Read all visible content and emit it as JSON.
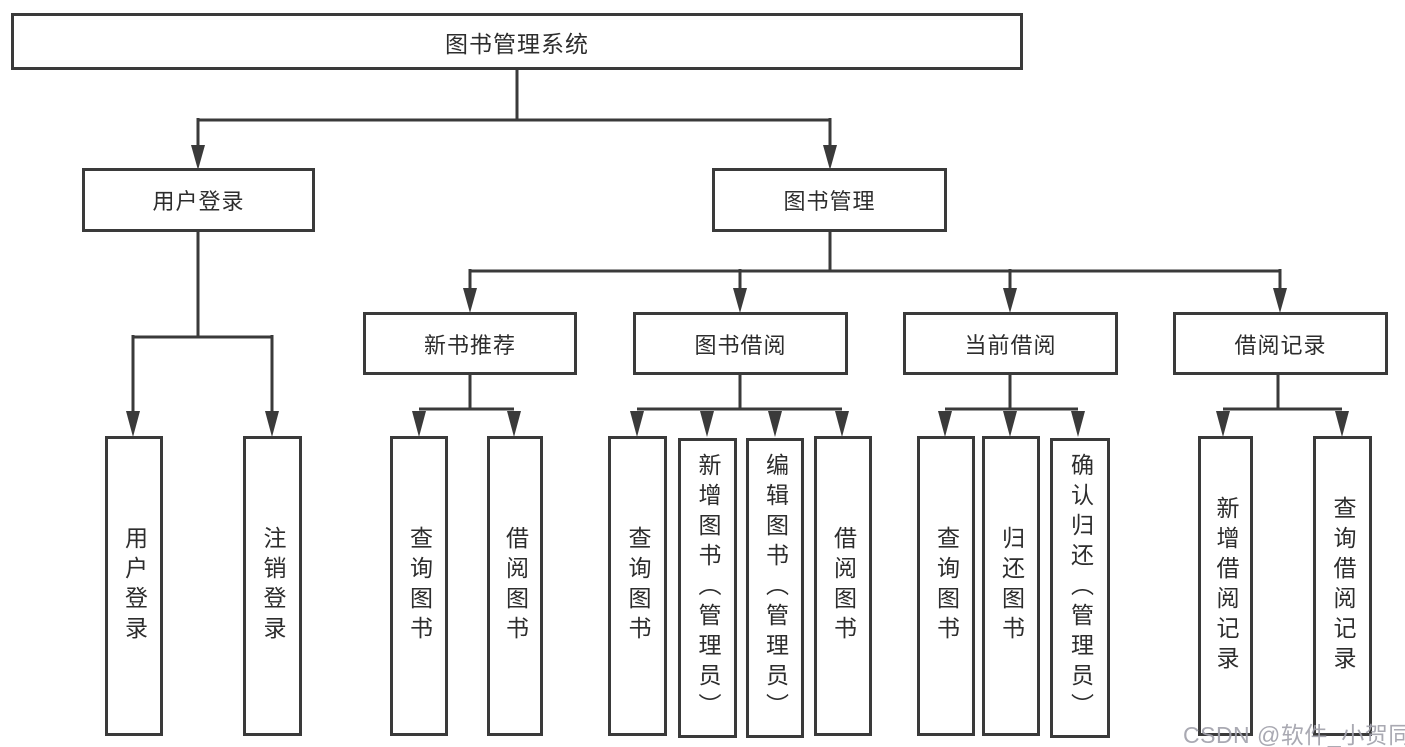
{
  "diagram": {
    "title": "图书管理系统",
    "type": "hierarchy-tree",
    "colors": {
      "line": "#3a3a3a",
      "border": "#3a3a3a",
      "text": "#2d2d2d",
      "background": "#ffffff",
      "watermark": "#a2a2ac"
    },
    "nodes": {
      "root": "图书管理系统",
      "user_login": "用户登录",
      "book_management": "图书管理",
      "new_book_recommend": "新书推荐",
      "book_borrow": "图书借阅",
      "current_borrow": "当前借阅",
      "borrow_records": "借阅记录",
      "leaf_user_login": "用户登录",
      "leaf_logout": "注销登录",
      "leaf_query_books_1": "查询图书",
      "leaf_borrow_books_1": "借阅图书",
      "leaf_query_books_2": "查询图书",
      "leaf_add_book_admin": "新增图书（管理员）",
      "leaf_edit_book_admin": "编辑图书（管理员）",
      "leaf_borrow_books_2": "借阅图书",
      "leaf_query_books_3": "查询图书",
      "leaf_return_books": "归还图书",
      "leaf_confirm_return_admin": "确认归还（管理员）",
      "leaf_add_borrow_record": "新增借阅记录",
      "leaf_query_borrow_record": "查询借阅记录"
    },
    "edges": [
      "图书管理系统 → 用户登录",
      "图书管理系统 → 图书管理",
      "用户登录 → 用户登录",
      "用户登录 → 注销登录",
      "图书管理 → 新书推荐",
      "图书管理 → 图书借阅",
      "图书管理 → 当前借阅",
      "图书管理 → 借阅记录",
      "新书推荐 → 查询图书",
      "新书推荐 → 借阅图书",
      "图书借阅 → 查询图书",
      "图书借阅 → 新增图书（管理员）",
      "图书借阅 → 编辑图书（管理员）",
      "图书借阅 → 借阅图书",
      "当前借阅 → 查询图书",
      "当前借阅 → 归还图书",
      "当前借阅 → 确认归还（管理员）",
      "借阅记录 → 新增借阅记录",
      "借阅记录 → 查询借阅记录"
    ]
  },
  "watermark": {
    "text": "CSDN @软件_小贺同学"
  }
}
